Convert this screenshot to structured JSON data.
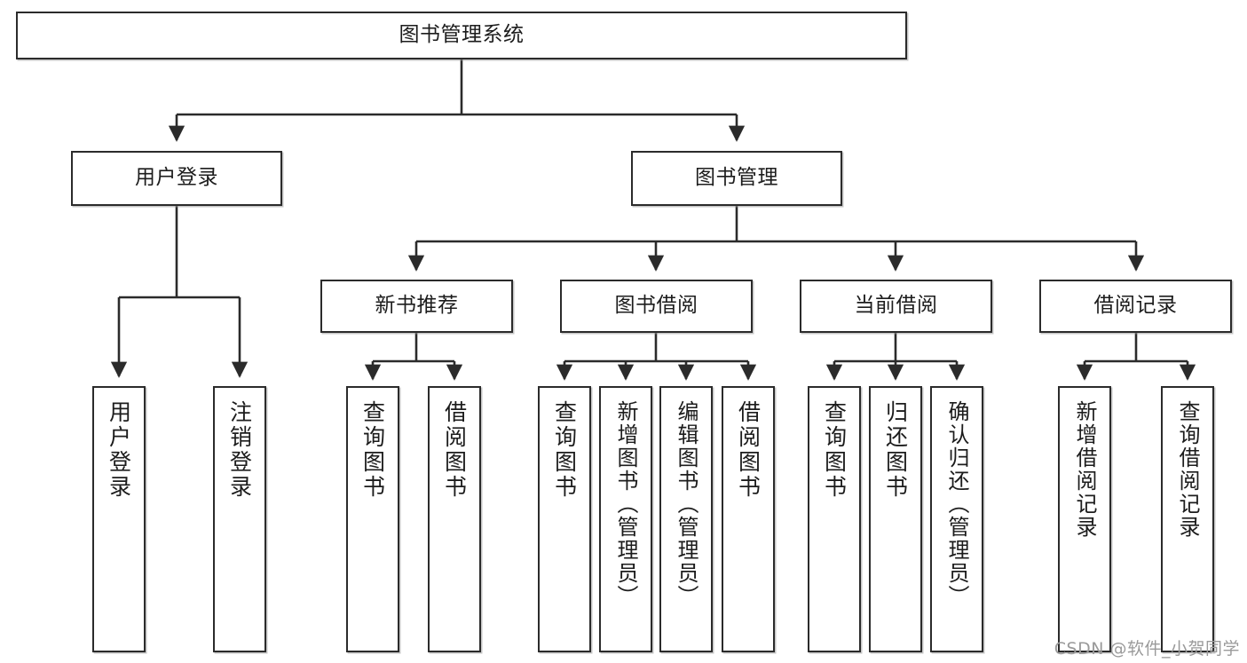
{
  "diagram": {
    "type": "tree-hierarchy",
    "title": "图书管理系统",
    "colors": {
      "box_border": "#2b2b2b",
      "box_fill": "#ffffff",
      "connector": "#2b2b2b",
      "background": "#ffffff",
      "watermark": "#9a9a9a"
    },
    "root": {
      "label": "图书管理系统"
    },
    "level2": [
      {
        "label": "用户登录"
      },
      {
        "label": "图书管理"
      }
    ],
    "level3": [
      {
        "label": "新书推荐"
      },
      {
        "label": "图书借阅"
      },
      {
        "label": "当前借阅"
      },
      {
        "label": "借阅记录"
      }
    ],
    "leaves": {
      "user_login": [
        {
          "label": "用户登录"
        },
        {
          "label": "注销登录"
        }
      ],
      "new_book_recommend": [
        {
          "label": "查询图书"
        },
        {
          "label": "借阅图书"
        }
      ],
      "book_borrow": [
        {
          "label": "查询图书"
        },
        {
          "label": "新增图书（管理员）"
        },
        {
          "label": "编辑图书（管理员）"
        },
        {
          "label": "借阅图书"
        }
      ],
      "current_borrow": [
        {
          "label": "查询图书"
        },
        {
          "label": "归还图书"
        },
        {
          "label": "确认归还（管理员）"
        }
      ],
      "borrow_record": [
        {
          "label": "新增借阅记录"
        },
        {
          "label": "查询借阅记录"
        }
      ]
    }
  },
  "watermark": {
    "text": "CSDN @软件_小贺同学"
  }
}
